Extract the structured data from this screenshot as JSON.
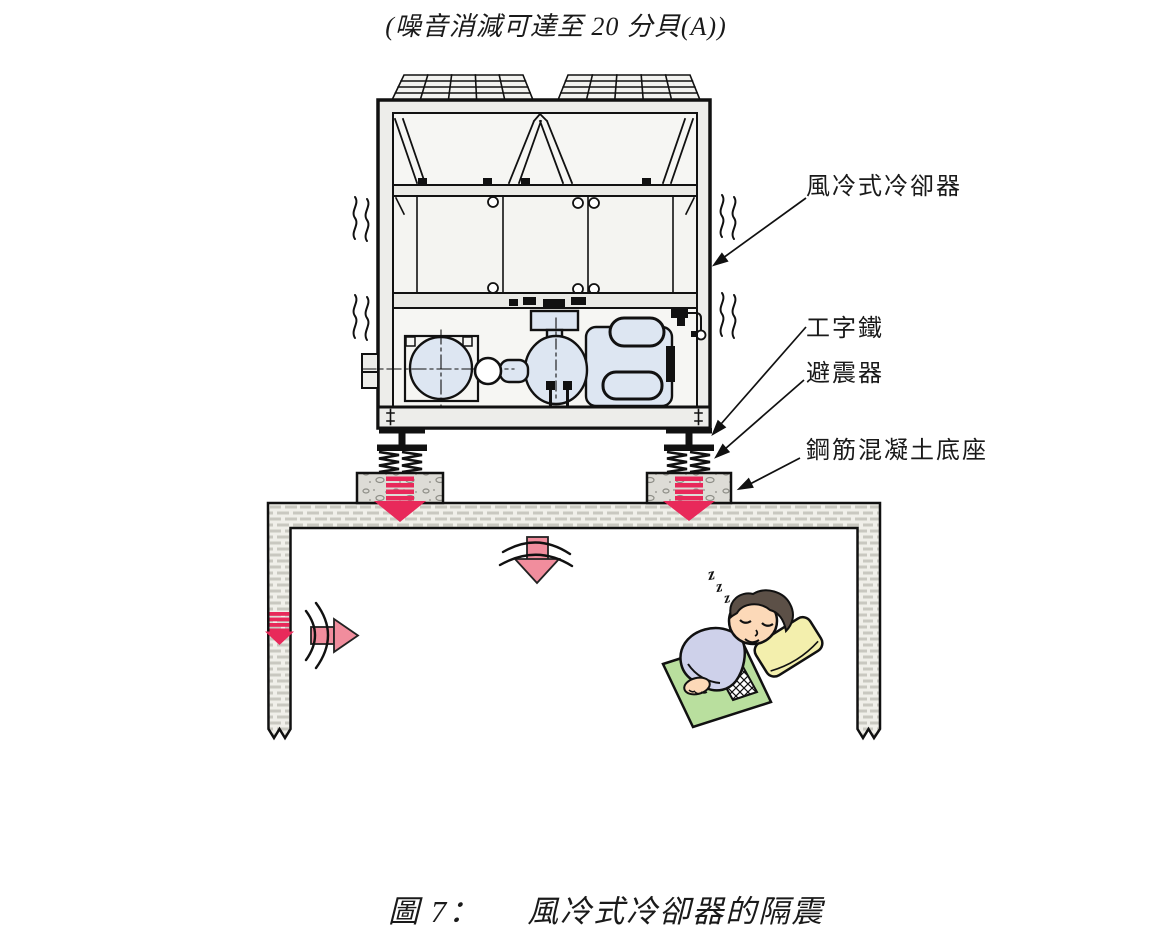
{
  "note": "(噪音消減可達至 20 分貝(A))",
  "labels": {
    "chiller": "風冷式冷卻器",
    "i_beam": "工字鐵",
    "isolator": "避震器",
    "concrete_base": "鋼筋混凝土底座"
  },
  "room": {
    "z": "z"
  },
  "caption": {
    "prefix": "圖 7：",
    "title": "風冷式冷卻器的隔震"
  },
  "colors": {
    "stripe_red": "#e8295a",
    "arrow_pink": "#f18d9d",
    "equipment_blue": "#dde6f2",
    "mat_green": "#b9df9e",
    "pillow_yellow": "#f3efad",
    "pajama": "#ced1ea",
    "skin": "#fcd9b8",
    "hair": "#5c5047",
    "outline": "#111111"
  }
}
